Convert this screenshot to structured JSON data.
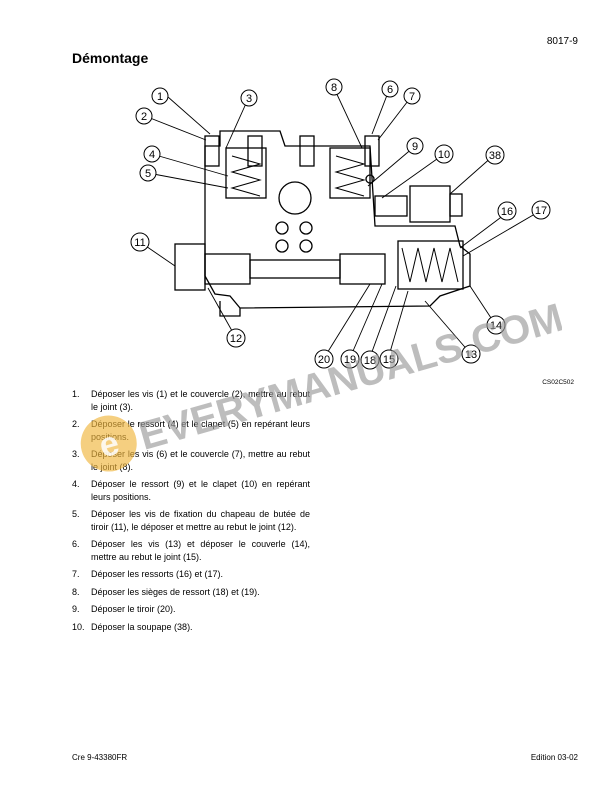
{
  "header": {
    "page_number": "8017-9"
  },
  "section": {
    "title": "Démontage"
  },
  "figure": {
    "code": "CS02C502",
    "callouts": [
      "1",
      "2",
      "3",
      "4",
      "5",
      "6",
      "7",
      "8",
      "9",
      "10",
      "11",
      "12",
      "13",
      "14",
      "15",
      "16",
      "17",
      "18",
      "19",
      "20",
      "38"
    ]
  },
  "steps": [
    {
      "num": "1.",
      "text": "Déposer les vis (1) et le couvercle (2), mettre au rebut le joint (3)."
    },
    {
      "num": "2.",
      "text": "Déposer le ressort (4) et le clapet (5) en repérant leurs positions."
    },
    {
      "num": "3.",
      "text": "Déposer les vis (6) et le couvercle (7), mettre au rebut le joint (8)."
    },
    {
      "num": "4.",
      "text": "Déposer le ressort (9) et le clapet (10) en repérant leurs positions."
    },
    {
      "num": "5.",
      "text": "Déposer les vis de fixation du chapeau de butée de tiroir (11), le déposer et mettre au rebut le joint (12)."
    },
    {
      "num": "6.",
      "text": "Déposer les vis (13) et déposer le couverle (14), mettre au rebut le joint (15)."
    },
    {
      "num": "7.",
      "text": "Déposer les ressorts (16) et (17)."
    },
    {
      "num": "8.",
      "text": "Déposer les sièges de ressort (18) et (19)."
    },
    {
      "num": "9.",
      "text": "Déposer le tiroir (20)."
    },
    {
      "num": "10.",
      "text": "Déposer la soupape (38)."
    }
  ],
  "watermark": {
    "text": "EVERYMANUALS.COM",
    "letter": "e"
  },
  "footer": {
    "doc_code": "Cre 9-43380FR",
    "edition": "Edition 03-02"
  }
}
